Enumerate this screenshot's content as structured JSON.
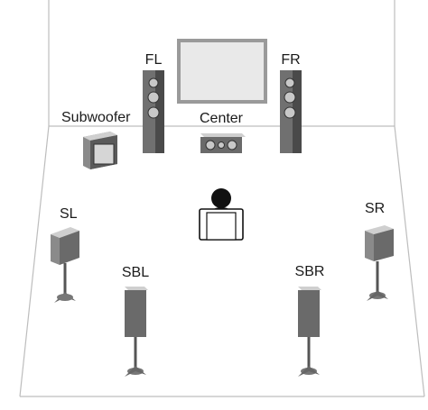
{
  "labels": {
    "fl": "FL",
    "fr": "FR",
    "subwoofer": "Subwoofer",
    "center": "Center",
    "sl": "SL",
    "sr": "SR",
    "sbl": "SBL",
    "sbr": "SBR"
  },
  "colors": {
    "outline": "#bdbdbd",
    "speaker_dark": "#555555",
    "speaker_mid": "#8a8a8a",
    "speaker_light": "#c8c8c8",
    "screen": "#e9e9e9",
    "listener": "#111111"
  }
}
